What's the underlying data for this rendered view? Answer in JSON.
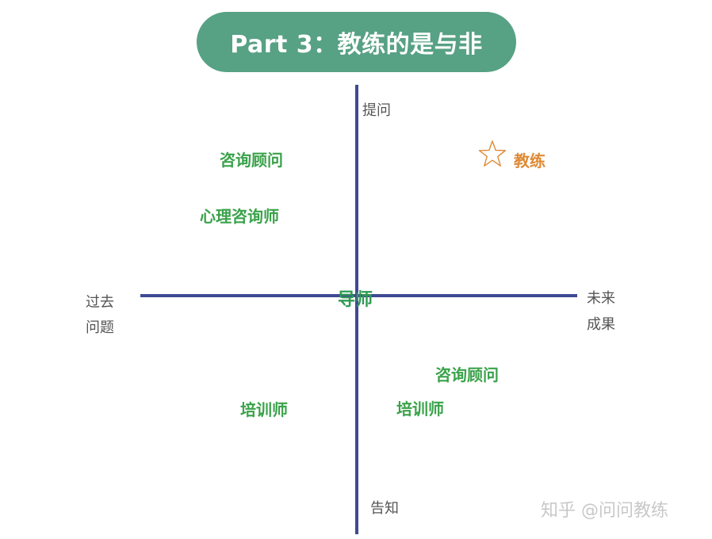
{
  "title": "Part 3：教练的是与非",
  "axes": {
    "top": "提问",
    "bottom": "告知",
    "left_line1": "过去",
    "left_line2": "问题",
    "right_line1": "未来",
    "right_line2": "成果"
  },
  "roles": {
    "consultant_upper": "咨询顾问",
    "psych_counselor": "心理咨询师",
    "coach": "教练",
    "mentor": "导师",
    "consultant_lower": "咨询顾问",
    "trainer_left": "培训师",
    "trainer_right": "培训师"
  },
  "watermark": "知乎 @问问教练",
  "colors": {
    "title_bg": "#57a184",
    "axis": "#3f4a93",
    "role_text": "#3aa24a",
    "coach_text": "#de8a36"
  }
}
